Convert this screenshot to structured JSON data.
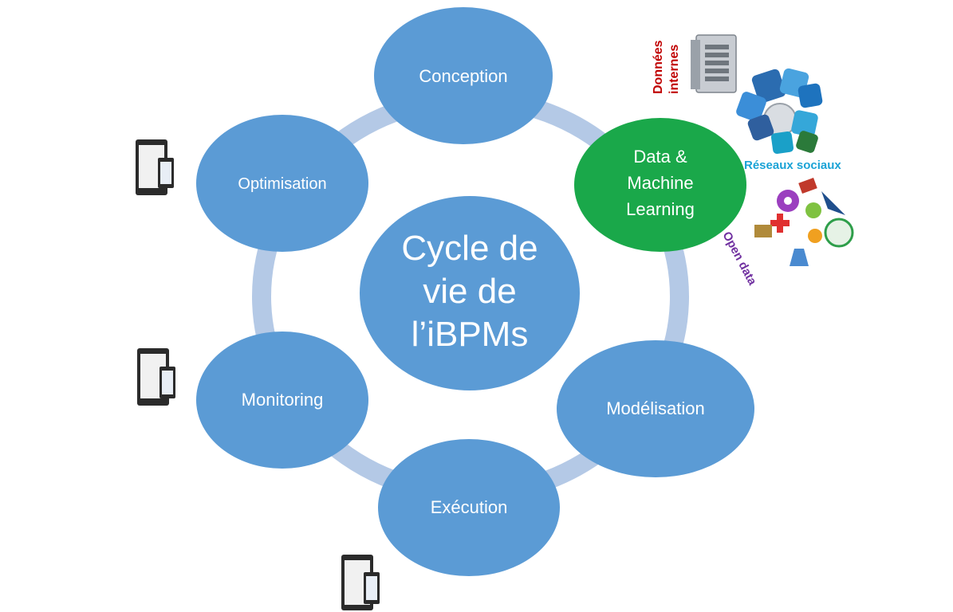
{
  "diagram": {
    "center_label_lines": [
      "Cycle de",
      "vie de",
      "l’iBPMs"
    ],
    "nodes": {
      "conception": {
        "lines": [
          "Conception"
        ]
      },
      "data_ml": {
        "lines": [
          "Data &",
          "Machine",
          "Learning"
        ]
      },
      "modelisation": {
        "lines": [
          "Modélisation"
        ]
      },
      "execution": {
        "lines": [
          "Exécution"
        ]
      },
      "monitoring": {
        "lines": [
          "Monitoring"
        ]
      },
      "optimisation": {
        "lines": [
          "Optimisation"
        ]
      }
    }
  },
  "sources": {
    "donnees_line1": "Données",
    "donnees_line2": "internes",
    "reseaux_sociaux": "Réseaux sociaux",
    "open_data": "Open data"
  },
  "colors": {
    "node_blue": "#5b9bd5",
    "node_green": "#1aa84a",
    "ring": "#b4c9e6",
    "donnees_red": "#c00000",
    "reseaux_cyan": "#1ba3d6",
    "opendata_purple": "#7030a0"
  },
  "icons": [
    "server-icon",
    "social-media-icons",
    "open-data-icons",
    "tablet-phone-icon"
  ]
}
